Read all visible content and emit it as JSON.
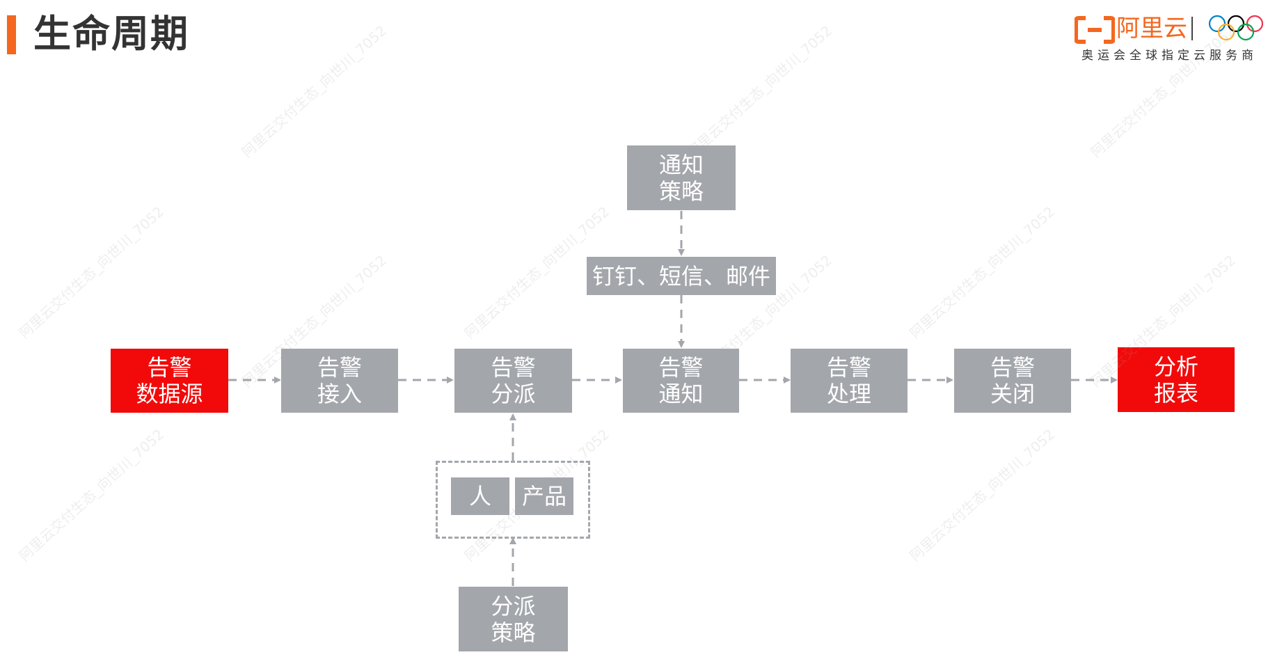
{
  "header": {
    "title": "生命周期"
  },
  "brand": {
    "name": "阿里云",
    "subtitle": "奥运会全球指定云服务商",
    "logo_icon": "aliyun-bracket-logo",
    "rings_icon": "olympic-rings-icon",
    "accent": "#f4671f"
  },
  "colors": {
    "node_gray": "#a3a6ab",
    "node_red": "#f20a0a",
    "connector": "#a3a6ab"
  },
  "nodes": {
    "source": "告警\n数据源",
    "ingest": "告警\n接入",
    "dispatch": "告警\n分派",
    "notify": "告警\n通知",
    "handle": "告警\n处理",
    "close": "告警\n关闭",
    "report": "分析\n报表",
    "notify_policy": "通知\n策略",
    "channels": "钉钉、短信、邮件",
    "person": "人",
    "product": "产品",
    "dispatch_policy": "分派\n策略"
  },
  "watermark": {
    "text": "阿里云交付生态_向世川_7052"
  }
}
